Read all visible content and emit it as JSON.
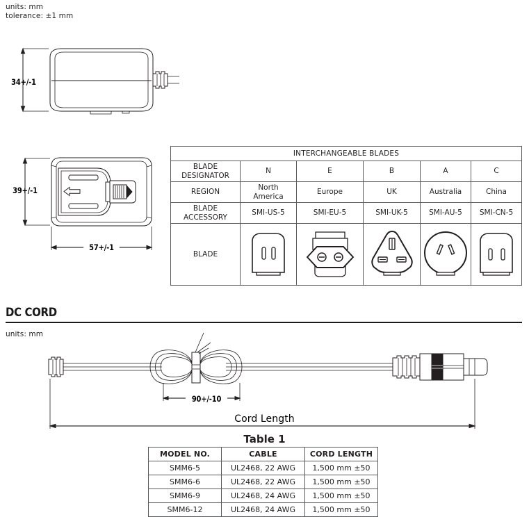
{
  "notes": {
    "units_line": "units: mm",
    "tolerance_line": "tolerance: ±1 mm",
    "dc_units_line": "units: mm"
  },
  "adapter_drawing": {
    "side_view": {
      "height_dim": "34+/-1"
    },
    "front_view": {
      "height_dim": "39+/-1",
      "width_dim": "57+/-1"
    }
  },
  "blades_table": {
    "title": "INTERCHANGEABLE BLADES",
    "row_labels": {
      "designator": "BLADE\nDESIGNATOR",
      "designator_line1": "BLADE",
      "designator_line2": "DESIGNATOR",
      "region": "REGION",
      "accessory_line1": "BLADE",
      "accessory_line2": "ACCESSORY",
      "blade": "BLADE"
    },
    "columns": [
      {
        "designator": "N",
        "region_line1": "North",
        "region_line2": "America",
        "region": "North America",
        "accessory": "SMI-US-5",
        "blade_icon": "blade-us-icon"
      },
      {
        "designator": "E",
        "region_line1": "Europe",
        "region_line2": "",
        "region": "Europe",
        "accessory": "SMI-EU-5",
        "blade_icon": "blade-eu-icon"
      },
      {
        "designator": "B",
        "region_line1": "UK",
        "region_line2": "",
        "region": "UK",
        "accessory": "SMI-UK-5",
        "blade_icon": "blade-uk-icon"
      },
      {
        "designator": "A",
        "region_line1": "Australia",
        "region_line2": "",
        "region": "Australia",
        "accessory": "SMI-AU-5",
        "blade_icon": "blade-au-icon"
      },
      {
        "designator": "C",
        "region_line1": "China",
        "region_line2": "",
        "region": "China",
        "accessory": "SMI-CN-5",
        "blade_icon": "blade-cn-icon"
      }
    ]
  },
  "dc_cord": {
    "heading": "DC CORD",
    "coil_dim": "90+/-10",
    "cord_length_label": "Cord Length"
  },
  "table1": {
    "caption": "Table 1",
    "headers": [
      "MODEL NO.",
      "CABLE",
      "CORD LENGTH"
    ],
    "rows": [
      [
        "SMM6-5",
        "UL2468, 22 AWG",
        "1,500 mm ±50"
      ],
      [
        "SMM6-6",
        "UL2468, 22 AWG",
        "1,500 mm ±50"
      ],
      [
        "SMM6-9",
        "UL2468, 24 AWG",
        "1,500 mm ±50"
      ],
      [
        "SMM6-12",
        "UL2468, 24 AWG",
        "1,500 mm ±50"
      ]
    ]
  },
  "colors": {
    "line": "#231f20",
    "table_border": "#58595b",
    "text": "#231f20"
  }
}
